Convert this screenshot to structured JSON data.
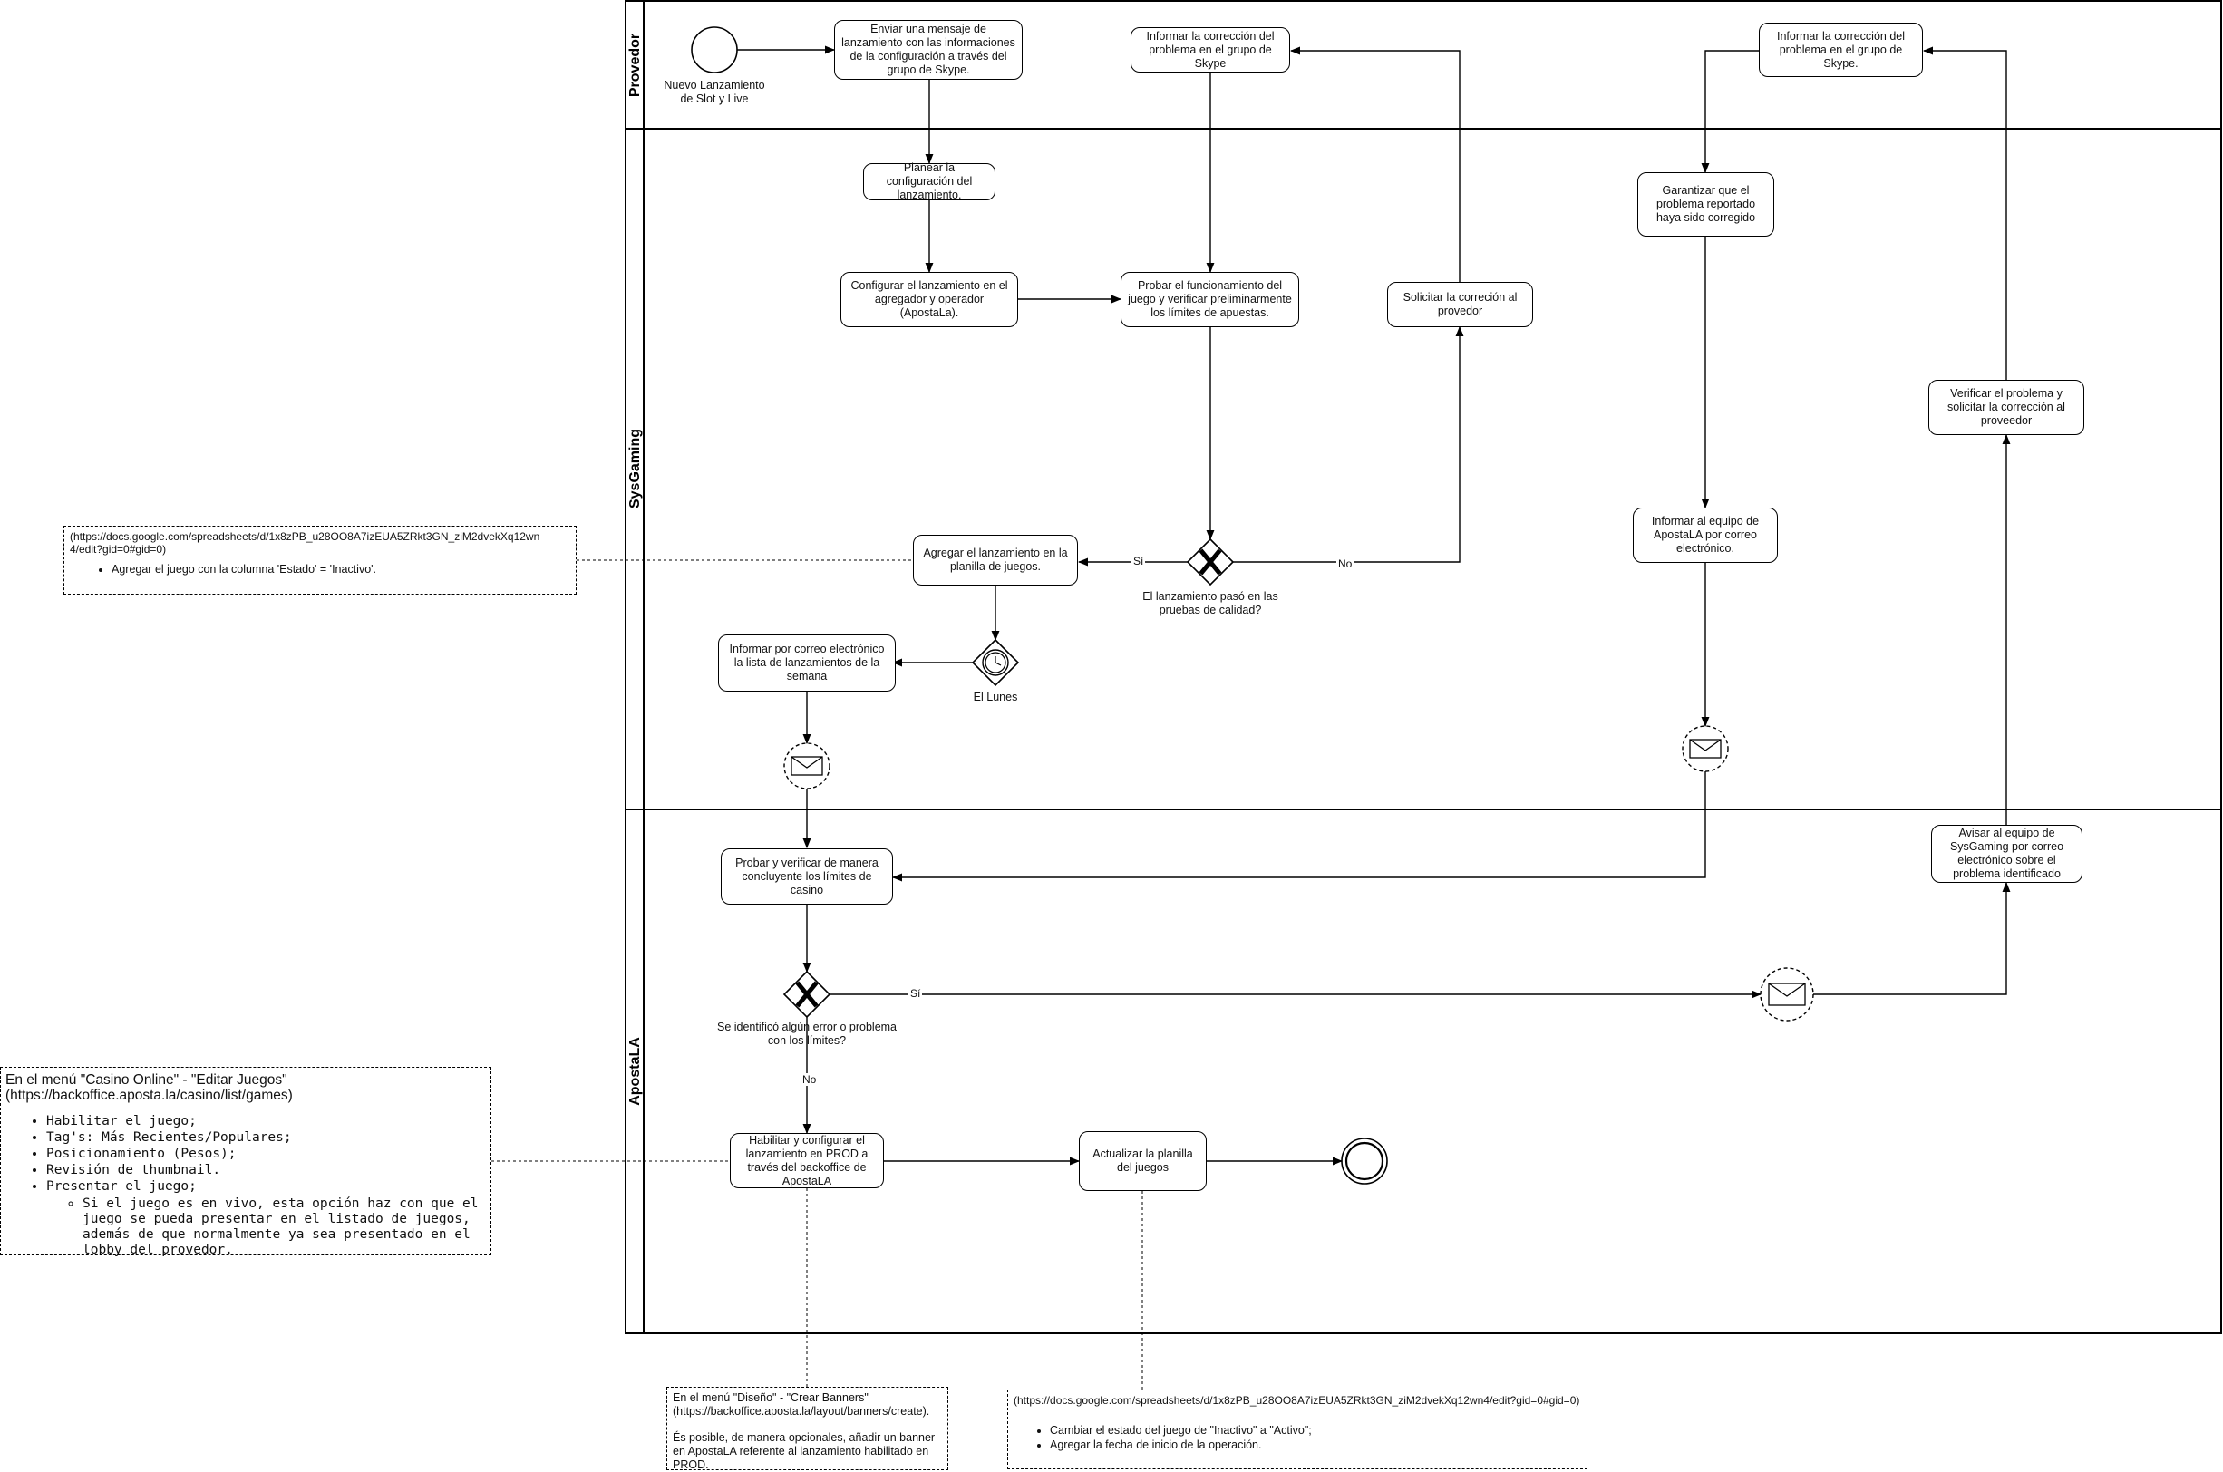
{
  "lanes": {
    "provedor": "Provedor",
    "sysgaming": "SysGaming",
    "apostala": "ApostaLA"
  },
  "events": {
    "start": "Nuevo Lanzamiento de Slot y Live",
    "timer": "El Lunes"
  },
  "tasks": {
    "enviar_mensaje": "Enviar una mensaje de lanzamiento con las informaciones de la configuración a través del grupo de Skype.",
    "informar_correccion_1": "Informar la corrección del problema en el grupo de Skype",
    "informar_correccion_2": "Informar la corrección del problema en el grupo de Skype.",
    "planear": "Planear la configuración del lanzamiento.",
    "configurar": "Configurar el lanzamiento en el agregador y operador (ApostaLa).",
    "probar_funcionamiento": "Probar el funcionamiento del juego y verificar preliminarmente los límites de apuestas.",
    "solicitar_correcion": "Solicitar la correción al provedor",
    "garantizar": "Garantizar que el problema reportado haya sido corregido",
    "verificar_problema": "Verificar el problema y solicitar la corrección al proveedor",
    "informar_equipo": "Informar al equipo de ApostaLA por correo electrónico.",
    "agregar_planilla": "Agregar el lanzamiento en la planilla de juegos.",
    "informar_lista": "Informar por correo electrónico la lista de lanzamientos de la semana",
    "probar_verificar": "Probar y verificar de manera concluyente los límites de casino",
    "avisar_equipo": "Avisar al equipo de SysGaming por correo electrónico sobre el problema identificado",
    "habilitar": "Habilitar y configurar el lanzamiento en PROD a través del backoffice de ApostaLA",
    "actualizar": "Actualizar la planilla del juegos"
  },
  "gateways": {
    "calidad": "El lanzamiento pasó en las pruebas de calidad?",
    "error": "Se identificó algún error o problema con los límites?"
  },
  "edge_labels": {
    "si_1": "Sí",
    "no_1": "No",
    "si_2": "Sí",
    "no_2": "No"
  },
  "notes": {
    "planilla": {
      "url": "(https://docs.google.com/spreadsheets/d/1x8zPB_u28OO8A7izEUA5ZRkt3GN_ziM2dvekXq12wn4/edit?gid=0#gid=0)",
      "items": [
        "Agregar el juego con la columna 'Estado' = 'Inactivo'."
      ]
    },
    "casino": {
      "title": "En el menú \"Casino Online\" - \"Editar Juegos\"",
      "url": "(https://backoffice.aposta.la/casino/list/games)",
      "items": [
        "Habilitar el juego;",
        "Tag's: Más Recientes/Populares;",
        "Posicionamiento (Pesos);",
        "Revisión de thumbnail.",
        "Presentar el juego;"
      ],
      "subitems": [
        "Si el juego es en vivo, esta opción haz con que el juego se pueda presentar en el listado de juegos, además de que normalmente ya sea presentado en el lobby del provedor."
      ]
    },
    "banners": {
      "title": "En el menú \"Diseño\" - \"Crear Banners\"",
      "url": "(https://backoffice.aposta.la/layout/banners/create).",
      "text": "És posible, de manera opcionales, añadir un banner en ApostaLA referente al lanzamiento habilitado en PROD."
    },
    "actualizar": {
      "url": "(https://docs.google.com/spreadsheets/d/1x8zPB_u28OO8A7izEUA5ZRkt3GN_ziM2dvekXq12wn4/edit?gid=0#gid=0)",
      "items": [
        "Cambiar el estado del juego de \"Inactivo\" a \"Activo\";",
        "Agregar la fecha de inicio de la operación."
      ]
    }
  }
}
